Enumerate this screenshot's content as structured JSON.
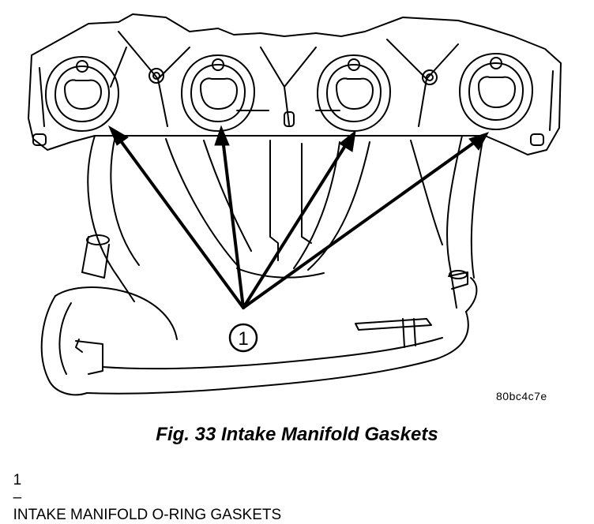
{
  "figure": {
    "callout": {
      "number": "1"
    },
    "ref_code": "80bc4c7e",
    "caption": "Fig. 33 Intake Manifold Gaskets",
    "legend": [
      {
        "number": "1",
        "separator": "–",
        "text": "INTAKE MANIFOLD O-RING GASKETS"
      }
    ]
  }
}
